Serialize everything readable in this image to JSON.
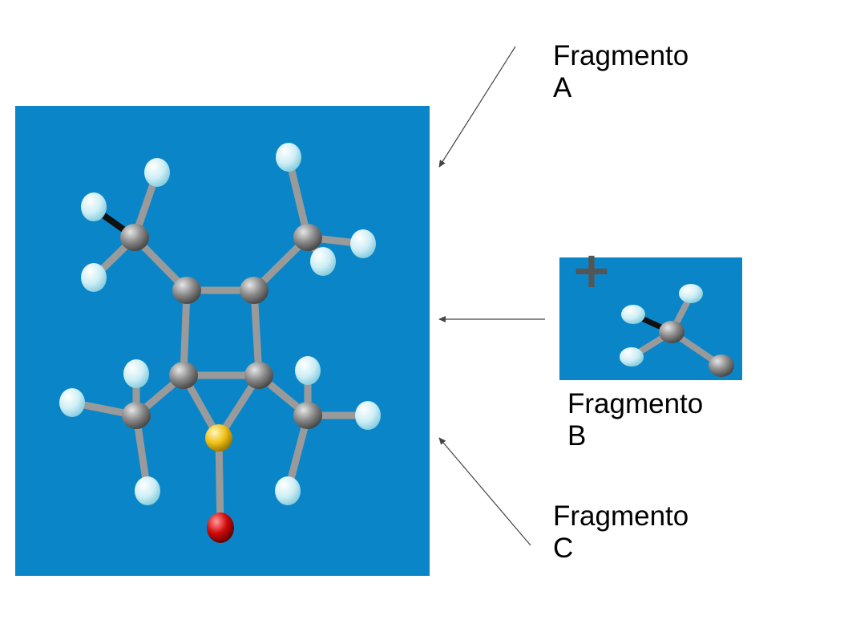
{
  "labels": {
    "a": {
      "word": "Fragmento",
      "letter": "A"
    },
    "b": {
      "word": "Fragmento",
      "letter": "B"
    },
    "c": {
      "word": "Fragmento",
      "letter": "C"
    }
  },
  "symbols": {
    "plus": "+"
  },
  "colors": {
    "panel_background": "#0a86c8",
    "carbon": "#8a8a8a",
    "hydrogen": "#cdeef5",
    "sulfur": "#f2c21a",
    "oxygen": "#d10a0a",
    "bond": "#9a9a9a",
    "arrow": "#444444"
  },
  "molecule": {
    "atoms": [
      "carbon",
      "hydrogen",
      "sulfur",
      "oxygen"
    ]
  }
}
